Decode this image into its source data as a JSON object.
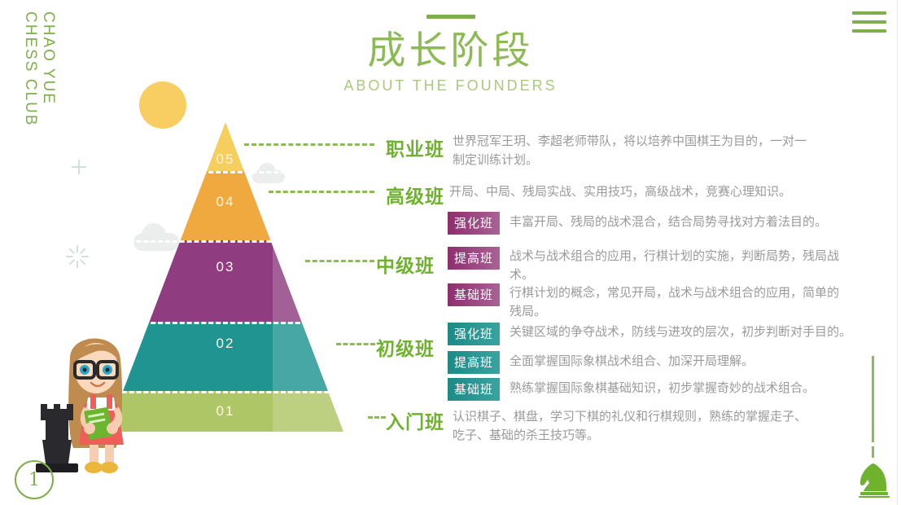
{
  "brand": {
    "line1": "CHAO YUE",
    "line2": "CHESS CLUB"
  },
  "header": {
    "title": "成长阶段",
    "subtitle": "ABOUT  THE  FOUNDERS"
  },
  "page_number": "1",
  "colors": {
    "green_accent": "#8cbb55",
    "green_label": "#6fb22e",
    "desc_gray": "#9a9a9a",
    "level_05": "#f5ce5e",
    "level_04": "#f0a93e",
    "level_03": "#8f3d80",
    "level_02": "#1f9491",
    "level_01": "#afc667",
    "badge_purple": "#8e2e6e",
    "badge_teal": "#1d8a86",
    "sun": "#f8ce63"
  },
  "pyramid": {
    "levels": [
      {
        "number": "05",
        "color": "#f5ce5e"
      },
      {
        "number": "04",
        "color": "#f0a93e"
      },
      {
        "number": "03",
        "color": "#8f3d80"
      },
      {
        "number": "02",
        "color": "#1f9491"
      },
      {
        "number": "01",
        "color": "#afc667"
      }
    ]
  },
  "stages": [
    {
      "key": "zhiye",
      "label": "职业班",
      "level": "05",
      "description": "世界冠军王玥、李超老师带队，将以培养中国棋王为目的，一对一制定训练计划。",
      "subitems": []
    },
    {
      "key": "gaoji",
      "label": "高级班",
      "level": "04",
      "description": "开局、中局、残局实战、实用技巧，高级战术，竞赛心理知识。",
      "subitems": []
    },
    {
      "key": "zhongji",
      "label": "中级班",
      "level": "03",
      "description": "",
      "subitems": [
        {
          "badge": "强化班",
          "text": "丰富开局、残局的战术混合，结合局势寻找对方着法目的。"
        },
        {
          "badge": "提高班",
          "text": "战术与战术组合的应用，行棋计划的实施，判断局势，残局战术。"
        },
        {
          "badge": "基础班",
          "text": "行棋计划的概念，常见开局，战术与战术组合的应用，简单的残局。"
        }
      ]
    },
    {
      "key": "chuji",
      "label": "初级班",
      "level": "02",
      "description": "",
      "subitems": [
        {
          "badge": "强化班",
          "text": "关键区域的争夺战术，防线与进攻的层次，初步判断对手目的。"
        },
        {
          "badge": "提高班",
          "text": "全面掌握国际象棋战术组合、加深开局理解。"
        },
        {
          "badge": "基础班",
          "text": "熟练掌握国际象棋基础知识，初步掌握奇妙的战术组合。"
        }
      ]
    },
    {
      "key": "rumen",
      "label": "入门班",
      "level": "01",
      "description": "认识棋子、棋盘，学习下棋的礼仪和行棋规则，熟练的掌握走子、吃子、基础的杀王技巧等。",
      "subitems": []
    }
  ]
}
